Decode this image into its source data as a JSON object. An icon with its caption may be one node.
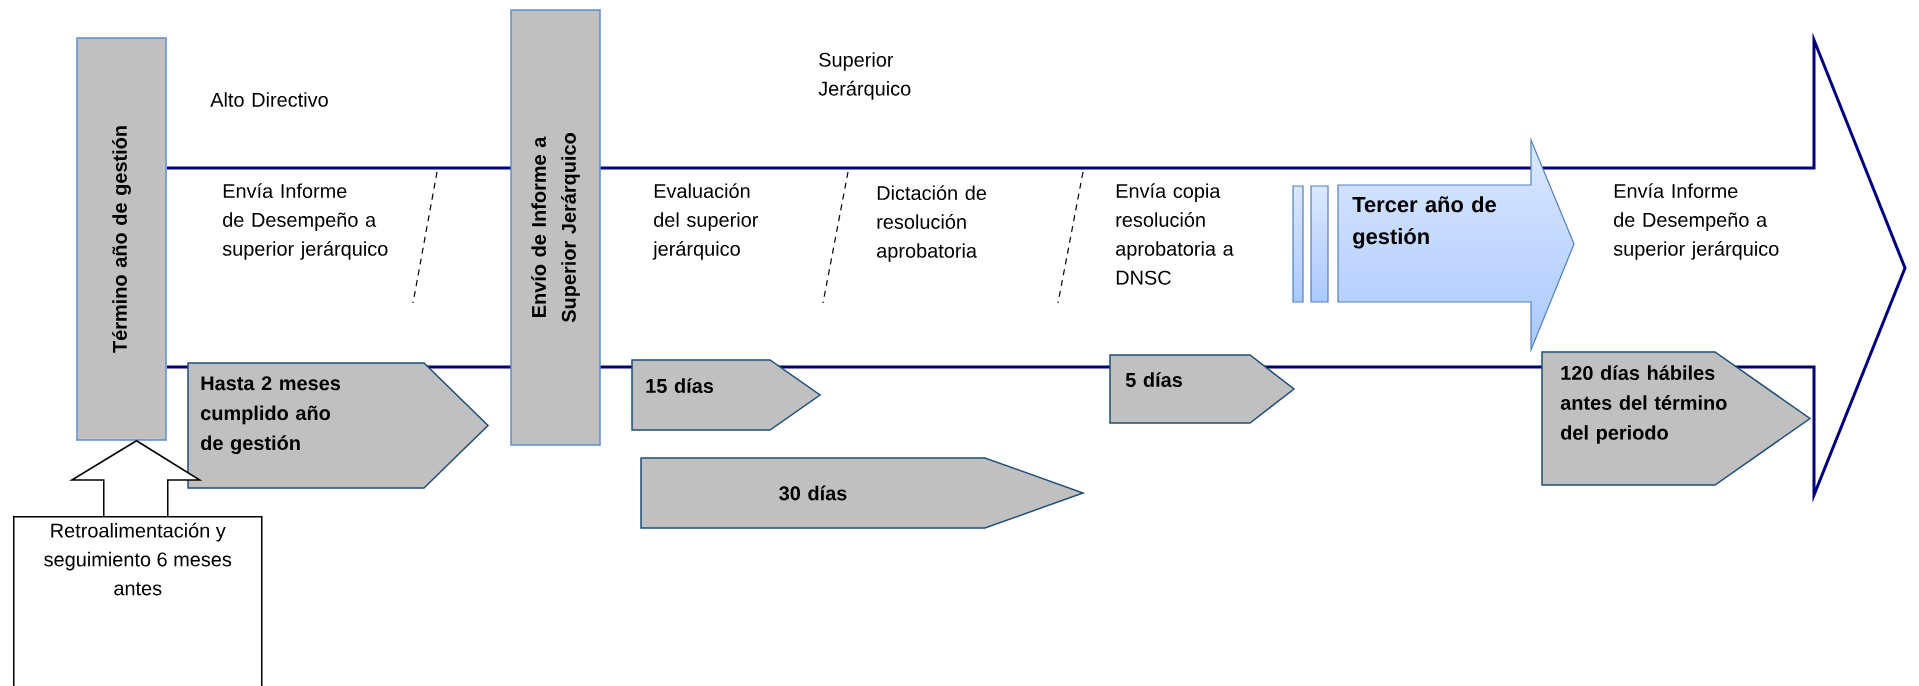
{
  "diagram": {
    "nodes": [
      {
        "text": [
          "Término año de gestión"
        ]
      },
      {
        "text": [
          "Envío de Informe a Superior Jerárquico"
        ]
      },
      {
        "text": [
          "Hasta 2 meses cumplido año de gestión"
        ]
      },
      {
        "text": [
          "15 días"
        ]
      },
      {
        "text": [
          "30 días"
        ]
      },
      {
        "text": [
          "5 días"
        ]
      },
      {
        "text": [
          "Tercer año de gestión"
        ]
      },
      {
        "text": [
          "120 días hábiles antes del término del periodo"
        ]
      },
      {
        "text": [
          "Retroalimentación y seguimiento 6 meses antes"
        ]
      }
    ],
    "edges": [
      {
        "from": 8,
        "to": 0,
        "arrow": "to"
      }
    ],
    "labels": [
      "Alto Directivo",
      "Superior Jerárquico",
      "Envía Informe de Desempeño a superior jerárquico",
      "Evaluación del superior jerárquico",
      "Dictación de resolución aprobatoria",
      "Envía copia resolución aprobatoria a DNSC",
      "Envía Informe de Desempeño a superior jerárquico"
    ]
  }
}
